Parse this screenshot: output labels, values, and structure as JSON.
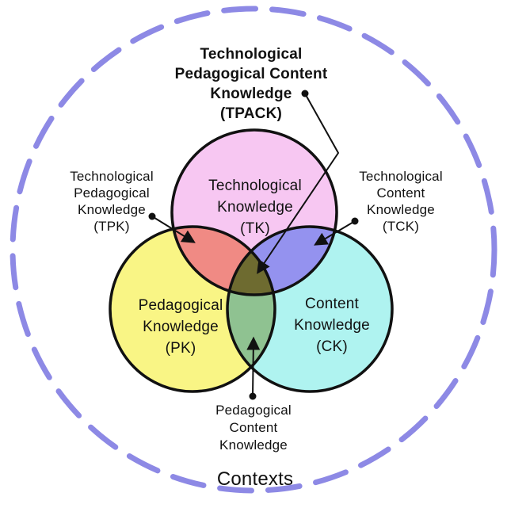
{
  "diagram": {
    "title": "Technological\nPedagogical Content\nKnowledge\n(TPACK)",
    "circles": {
      "tk_label": "Technological\nKnowledge\n(TK)",
      "pk_label": "Pedagogical\nKnowledge\n(PK)",
      "ck_label": "Content\nKnowledge\n(CK)"
    },
    "intersections": {
      "tpk_label": "Technological\nPedagogical\nKnowledge\n(TPK)",
      "tck_label": "Technological\nContent\nKnowledge\n(TCK)",
      "pck_label": "Pedagogical\nContent\nKnowledge"
    },
    "context_label": "Contexts",
    "colors": {
      "tk_fill": "#f7c7f2",
      "pk_fill": "#f9f585",
      "ck_fill": "#aff3f0",
      "tpk_fill": "#f08a84",
      "tck_fill": "#9492ef",
      "pck_fill": "#8fc291",
      "tpack_fill": "#6e6b30",
      "outline": "#111111",
      "contexts_ring": "#8d89e5"
    }
  }
}
